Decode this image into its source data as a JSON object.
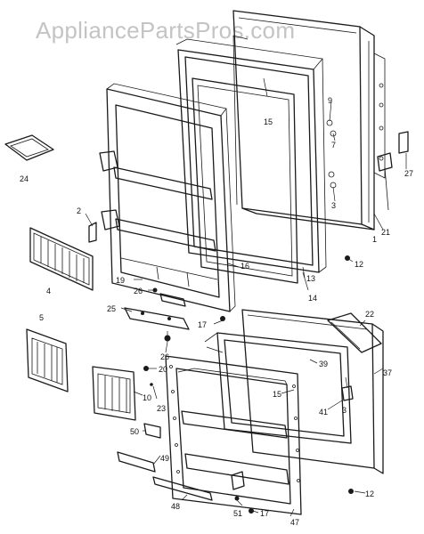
{
  "watermark": "AppliancePartsPros.com",
  "labels": {
    "l24": "24",
    "l2": "2",
    "l4": "4",
    "l5": "5",
    "l19": "19",
    "l26a": "26",
    "l25": "25",
    "l26b": "26",
    "l17a": "17",
    "l16": "16",
    "l14": "14",
    "l13": "13",
    "l15a": "15",
    "l9": "9",
    "l7": "7",
    "l3a": "3",
    "l27": "27",
    "l21": "21",
    "l1": "1",
    "l12a": "12",
    "l22": "22",
    "l39": "39",
    "l37": "37",
    "l15b": "15",
    "l41": "41",
    "l3b": "3",
    "l20": "20",
    "l10": "10",
    "l23": "23",
    "l50": "50",
    "l49": "49",
    "l48": "48",
    "l51": "51",
    "l17b": "17",
    "l47": "47",
    "l12b": "12"
  }
}
